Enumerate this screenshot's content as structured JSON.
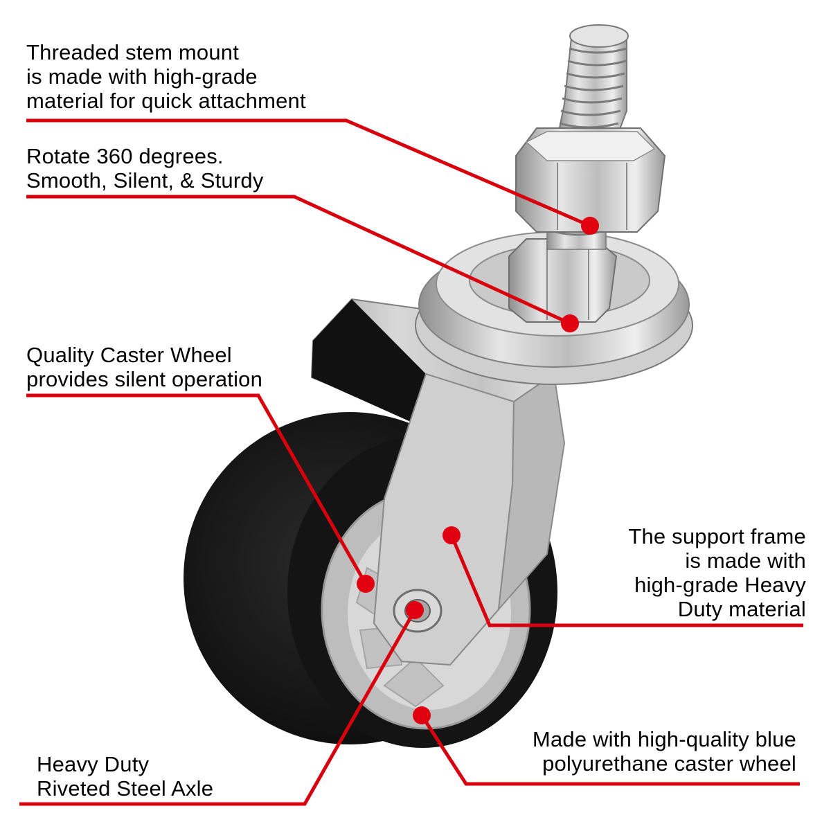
{
  "colors": {
    "accent_red": "#d9000d",
    "text": "#000000",
    "background": "#ffffff",
    "wheel_black": "#1a1a1a",
    "hub_grey": "#b9b9b9",
    "steel": "#c8c8c8"
  },
  "product": {
    "name": "Swivel caster wheel with threaded stem",
    "image_icon": "caster-wheel-illustration"
  },
  "callouts": [
    {
      "id": "threaded-stem",
      "lines": [
        "Threaded stem mount",
        "is made with high-grade",
        "material for quick attachment"
      ],
      "points_to": "threaded stem nut"
    },
    {
      "id": "rotate-360",
      "lines": [
        "Rotate 360 degrees.",
        "Smooth, Silent, & Sturdy"
      ],
      "points_to": "swivel bearing race"
    },
    {
      "id": "quality-caster",
      "lines": [
        "Quality Caster Wheel",
        "provides silent operation"
      ],
      "points_to": "wheel hub"
    },
    {
      "id": "support-frame",
      "lines": [
        "The support frame",
        "is made with",
        "high-grade Heavy",
        "Duty material"
      ],
      "points_to": "steel fork frame"
    },
    {
      "id": "polyurethane-wheel",
      "lines": [
        "Made with high-quality blue",
        "polyurethane caster wheel"
      ],
      "points_to": "wheel tread"
    },
    {
      "id": "riveted-axle",
      "lines": [
        "Heavy Duty",
        "Riveted Steel Axle"
      ],
      "points_to": "axle rivet"
    }
  ]
}
